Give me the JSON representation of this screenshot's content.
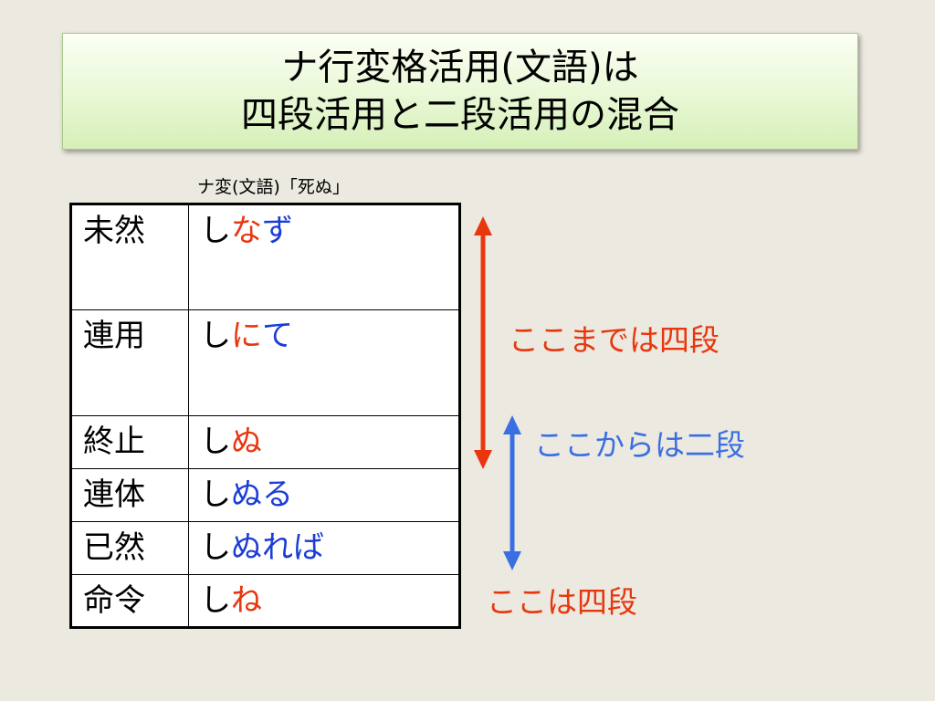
{
  "title": {
    "line1": "ナ行変格活用(文語)は",
    "line2": "四段活用と二段活用の混合"
  },
  "caption": "ナ変(文語)「死ぬ」",
  "table": {
    "rows": [
      {
        "name": "未然",
        "stem": "し",
        "ending": "なず",
        "ending_color": "red-blue"
      },
      {
        "name": "連用",
        "stem": "し",
        "ending": "にて",
        "ending_color": "red-blue"
      },
      {
        "name": "終止",
        "stem": "し",
        "ending": "ぬ",
        "ending_color": "red"
      },
      {
        "name": "連体",
        "stem": "し",
        "ending": "ぬる",
        "ending_color": "blue"
      },
      {
        "name": "已然",
        "stem": "し",
        "ending": "ぬれば",
        "ending_color": "blue"
      },
      {
        "name": "命令",
        "stem": "し",
        "ending": "ね",
        "ending_color": "red"
      }
    ],
    "row0_ending_part1": "な",
    "row0_ending_part2": "ず",
    "row1_ending_part1": "に",
    "row1_ending_part2": "て"
  },
  "notes": {
    "yodan_upper": "ここまでは四段",
    "nidan": "ここからは二段",
    "yodan_lower": "ここは四段"
  },
  "colors": {
    "background": "#ece9e0",
    "title_fill": "#eaf8d8",
    "red": "#e8370e",
    "blue_text": "#1b3dd6",
    "blue_note": "#3a6fe3"
  },
  "icons": {
    "red_arrow": "double-headed-arrow-vertical",
    "blue_arrow": "double-headed-arrow-vertical"
  }
}
